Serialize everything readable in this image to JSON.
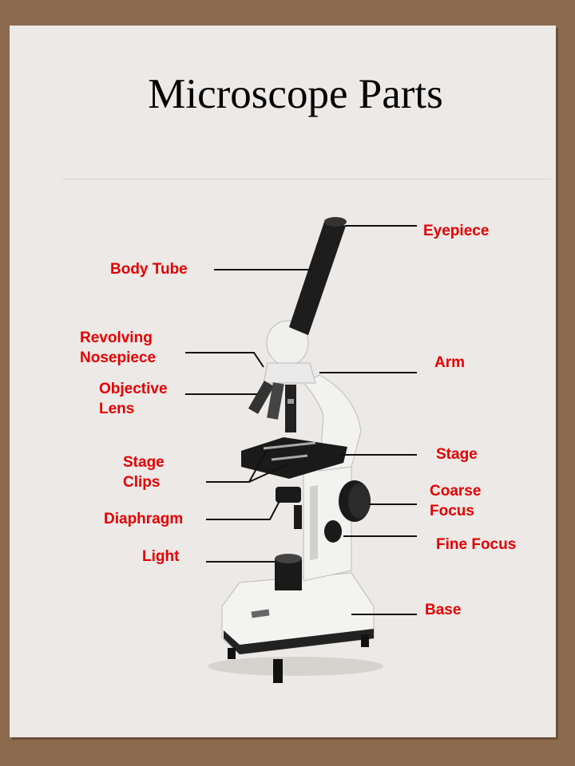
{
  "slide": {
    "title": "Microscope Parts"
  },
  "labels": {
    "eyepiece": "Eyepiece",
    "body_tube": "Body Tube",
    "revolving_nosepiece": "Revolving\nNosepiece",
    "arm": "Arm",
    "objective_lens": "Objective\nLens",
    "stage": "Stage",
    "stage_clips": "Stage\nClips",
    "coarse_focus": "Coarse\nFocus",
    "diaphragm": "Diaphragm",
    "fine_focus": "Fine Focus",
    "light": "Light",
    "base": "Base"
  },
  "colors": {
    "label": "#e40000",
    "background": "#8b6a4e",
    "paper": "#ece9e6"
  }
}
